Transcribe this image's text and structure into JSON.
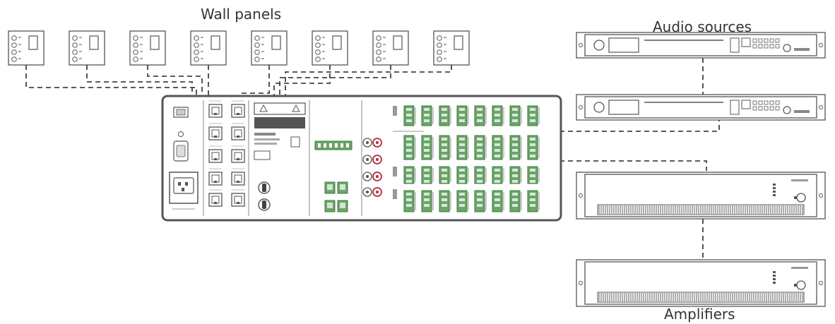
{
  "labels": {
    "wall_panels": "Wall panels",
    "audio_sources": "Audio sources",
    "amplifiers": "Amplifiers"
  },
  "colors": {
    "stroke": "#555555",
    "connector": "#6aa56a",
    "connector_dark": "#3f7a3f",
    "rca_red": "#b22a3a",
    "grille": "#777777"
  },
  "icons": {
    "wall_panel": "wall-panel-icon",
    "rj45": "rj45-port-icon",
    "source": "rack-media-player-icon",
    "amplifier": "rack-amplifier-icon"
  }
}
